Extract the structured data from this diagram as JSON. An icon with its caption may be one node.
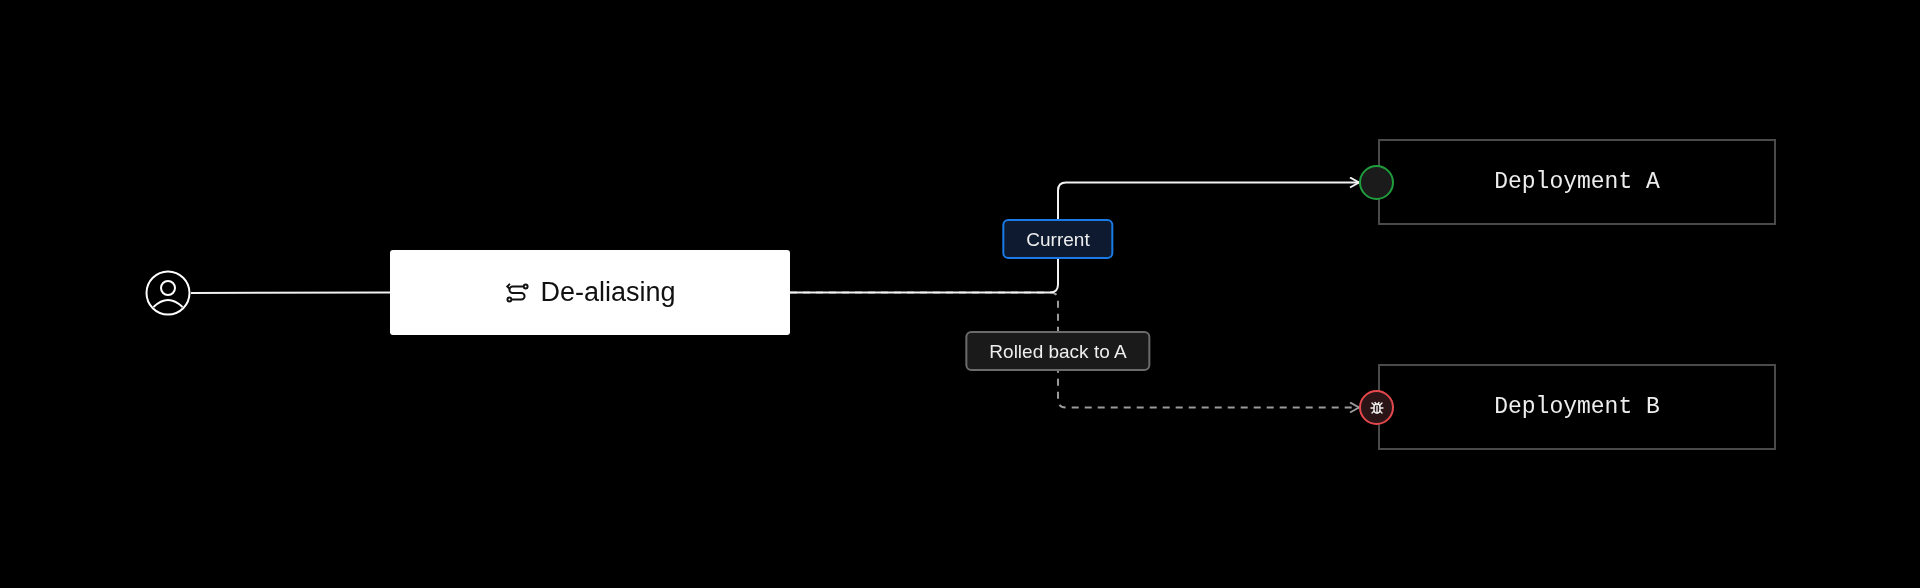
{
  "diagram": {
    "nodes": [
      {
        "text": [],
        "shape": "person"
      },
      {
        "text": [
          "De-aliasing"
        ]
      },
      {
        "text": [
          "Deployment A"
        ]
      },
      {
        "text": [],
        "shape": "circle"
      },
      {
        "text": [
          "Deployment B"
        ]
      },
      {
        "text": [],
        "shape": "circle"
      }
    ],
    "edges": [
      {
        "from": 0,
        "to": 1,
        "arrow": "none"
      },
      {
        "from": 1,
        "to": 3,
        "arrow": "to",
        "label": "Current"
      },
      {
        "from": 1,
        "to": 5,
        "arrow": "to",
        "label": "Rolled back to A",
        "style": "dashed",
        "color": "#9a9a9a"
      }
    ]
  }
}
